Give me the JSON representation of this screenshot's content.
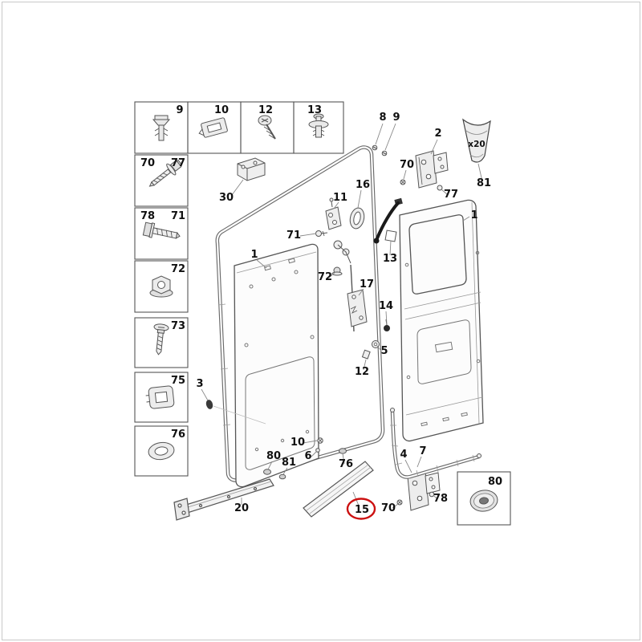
{
  "diagram": {
    "type": "exploded-parts-diagram",
    "subject": "van sliding door and rear door hardware",
    "highlight_color": "#cc1111",
    "line_color": "#555555",
    "highlighted_callout": "15"
  },
  "labels": {
    "box9": "9",
    "box10": "10",
    "box12": "12",
    "box13": "13",
    "b70": "70",
    "b77": "77",
    "b78": "78",
    "b71": "71",
    "b72": "72",
    "b73": "73",
    "b75": "75",
    "b76": "76",
    "p30": "30",
    "p8": "8",
    "p9": "9",
    "p2": "2",
    "p70tr": "70",
    "p77tr": "77",
    "p81tr": "81",
    "x20": "x20",
    "p1r": "1",
    "p1c": "1",
    "p11": "11",
    "p16": "16",
    "p71": "71",
    "p13": "13",
    "p72": "72",
    "p17": "17",
    "p14": "14",
    "p5": "5",
    "p12": "12",
    "p3": "3",
    "p10": "10",
    "p80": "80",
    "p81": "81",
    "p6": "6",
    "p76": "76",
    "p20": "20",
    "p15": "15",
    "p70b": "70",
    "p4": "4",
    "p7": "7",
    "p78": "78",
    "box80": "80"
  }
}
